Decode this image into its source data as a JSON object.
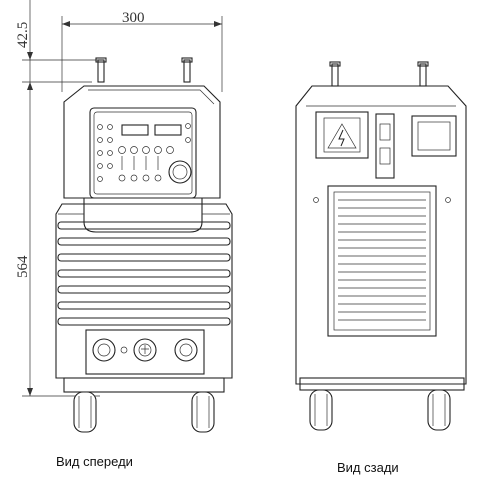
{
  "dimensions": {
    "width": "300",
    "top_offset": "42.5",
    "height": "564"
  },
  "captions": {
    "front": "Вид спереди",
    "rear": "Вид сзади"
  },
  "icons": {
    "warning_symbol": "high-voltage-icon"
  }
}
